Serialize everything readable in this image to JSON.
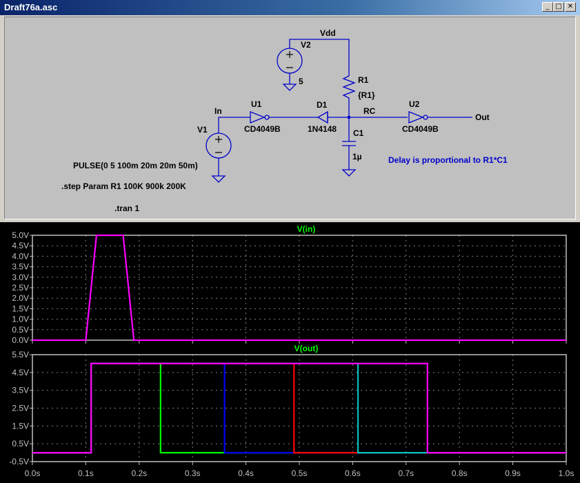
{
  "window": {
    "title": "Draft76a.asc",
    "buttons": {
      "minimize": "_",
      "maximize": "□",
      "close": "✕"
    }
  },
  "schematic": {
    "labels": {
      "vdd": "Vdd",
      "v2": "V2",
      "v2_value": "5",
      "r1": "R1",
      "r1_value": "{R1}",
      "in": "In",
      "u1": "U1",
      "u1_part": "CD4049B",
      "d1": "D1",
      "d1_part": "1N4148",
      "rc": "RC",
      "u2": "U2",
      "u2_part": "CD4049B",
      "out": "Out",
      "v1": "V1",
      "c1": "C1",
      "c1_value": "1µ"
    },
    "directives": {
      "pulse": "PULSE(0 5 100m 20m 20m 50m)",
      "step": ".step Param R1 100K 900k 200K",
      "tran": ".tran 1"
    },
    "comment": "Delay is proportional to R1*C1"
  },
  "chart_data": [
    {
      "type": "line",
      "title": "V(in)",
      "title_color": "#00ff00",
      "x_ticks": [
        "0.0s",
        "0.1s",
        "0.2s",
        "0.3s",
        "0.4s",
        "0.5s",
        "0.6s",
        "0.7s",
        "0.8s",
        "0.9s",
        "1.0s"
      ],
      "y_ticks": [
        "0.0V",
        "0.5V",
        "1.0V",
        "1.5V",
        "2.0V",
        "2.5V",
        "3.0V",
        "3.5V",
        "4.0V",
        "4.5V",
        "5.0V"
      ],
      "xlim": [
        0,
        1.0
      ],
      "ylim": [
        0,
        5.0
      ],
      "grid": true,
      "series": [
        {
          "color": "#ff00ff",
          "x": [
            0,
            0.1,
            0.12,
            0.17,
            0.19,
            1.0
          ],
          "y": [
            0,
            0,
            5,
            5,
            0,
            0
          ]
        }
      ]
    },
    {
      "type": "line",
      "title": "V(out)",
      "title_color": "#00ff00",
      "x_ticks": [
        "0.0s",
        "0.1s",
        "0.2s",
        "0.3s",
        "0.4s",
        "0.5s",
        "0.6s",
        "0.7s",
        "0.8s",
        "0.9s",
        "1.0s"
      ],
      "y_ticks": [
        "-0.5V",
        "0.5V",
        "1.5V",
        "2.5V",
        "3.5V",
        "4.5V",
        "5.5V"
      ],
      "xlim": [
        0,
        1.0
      ],
      "ylim": [
        -0.5,
        5.5
      ],
      "grid": true,
      "series": [
        {
          "color": "#00ff00",
          "x": [
            0,
            0.11,
            0.11,
            0.24,
            0.24,
            1.0
          ],
          "y": [
            0,
            0,
            5,
            5,
            0,
            0
          ]
        },
        {
          "color": "#0000ff",
          "x": [
            0,
            0.11,
            0.11,
            0.36,
            0.36,
            1.0
          ],
          "y": [
            0,
            0,
            5,
            5,
            0,
            0
          ]
        },
        {
          "color": "#ff0000",
          "x": [
            0,
            0.11,
            0.11,
            0.49,
            0.49,
            1.0
          ],
          "y": [
            0,
            0,
            5,
            5,
            0,
            0
          ]
        },
        {
          "color": "#00c0c0",
          "x": [
            0,
            0.11,
            0.11,
            0.61,
            0.61,
            1.0
          ],
          "y": [
            0,
            0,
            5,
            5,
            0,
            0
          ]
        },
        {
          "color": "#ff00ff",
          "x": [
            0,
            0.11,
            0.11,
            0.74,
            0.74,
            1.0
          ],
          "y": [
            0,
            0,
            5,
            5,
            0,
            0
          ]
        }
      ]
    }
  ]
}
